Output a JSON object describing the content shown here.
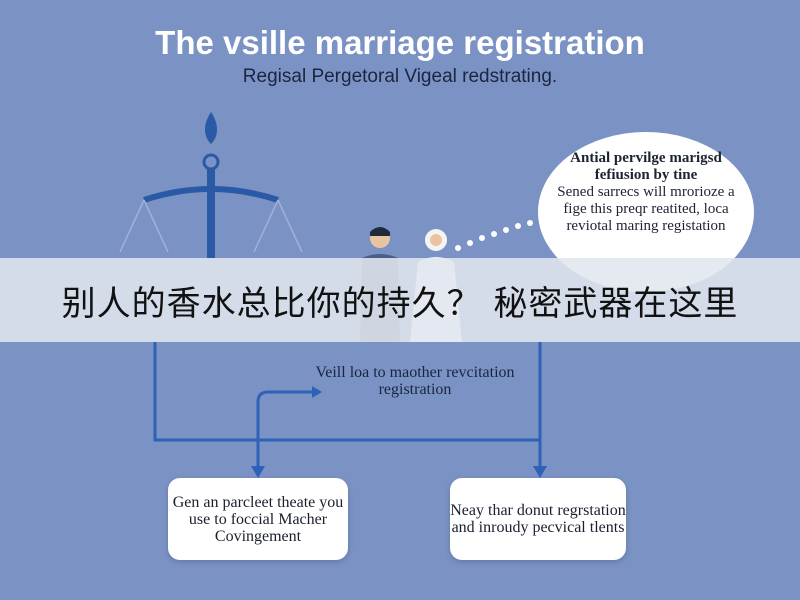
{
  "header": {
    "title": "The vsille marriage registration",
    "subtitle": "Regisal Pergetoral Vigeal redstrating."
  },
  "bubble": {
    "heading": "Antial pervilge marigsd fefiusion by tine",
    "body": "Sened sarrecs will mrorioze a fige this preqr reatited, loca reviotal maring registation"
  },
  "mid_note": {
    "text": "Veill loa to maother revcitation registration"
  },
  "boxes": {
    "left": "Gen an parcleet theate you use to foccial Macher Covingement",
    "right": "Neay thar donut regrstation and inroudy pecvical tlents"
  },
  "banner": {
    "text": "别人的香水总比你的持久？ 秘密武器在这里"
  },
  "colors": {
    "background": "#7b93c4",
    "line": "#2e62b8",
    "scale": "#2a5aa6"
  }
}
